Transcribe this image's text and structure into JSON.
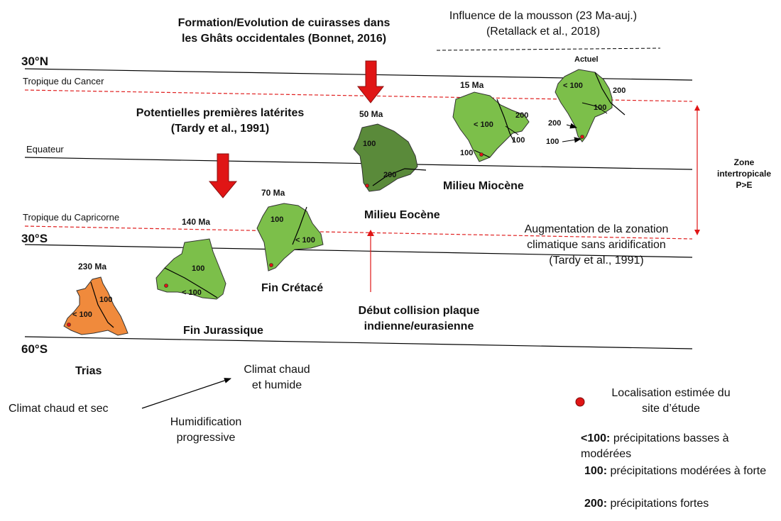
{
  "colors": {
    "trias": "#f08a3c",
    "jurassic": "#7cbf4a",
    "cretaceous": "#7cbf4a",
    "eocene": "#5a8a3a",
    "miocene": "#7cbf4a",
    "present": "#7cbf4a",
    "tropic_line": "#e02020",
    "arrow": "#e01515",
    "site_dot": "#e01515"
  },
  "latitudes": {
    "n30": "30°N",
    "cancer": "Tropique du Cancer",
    "equator": "Equateur",
    "capricorn": "Tropique du Capricorne",
    "s30": "30°S",
    "s60": "60°S"
  },
  "headers": {
    "cuirasses_line1": "Formation/Evolution de cuirasses dans",
    "cuirasses_line2": "les Ghâts occidentales (Bonnet, 2016)",
    "mousson_line1": "Influence de la mousson (23 Ma-auj.)",
    "mousson_line2": "(Retallack et al., 2018)",
    "laterites_line1": "Potentielles premières latérites",
    "laterites_line2": "(Tardy et al., 1991)",
    "zonation_line1": "Augmentation de la zonation",
    "zonation_line2": "climatique sans aridification",
    "zonation_line3": "(Tardy et al., 1991)",
    "collision_line1": "Début collision plaque",
    "collision_line2": "indienne/eurasienne"
  },
  "zone": {
    "line1": "Zone",
    "line2": "intertropicale",
    "line3": "P>E"
  },
  "periods": {
    "trias": "Trias",
    "jurassic": "Fin Jurassique",
    "cretaceous": "Fin Crétacé",
    "eocene": "Milieu Eocène",
    "miocene": "Milieu Miocène"
  },
  "ages": {
    "trias": "230 Ma",
    "jurassic": "140 Ma",
    "cretaceous": "70 Ma",
    "eocene": "50 Ma",
    "miocene": "15 Ma",
    "present": "Actuel"
  },
  "precip": {
    "trias_hi": "100",
    "trias_lo": "< 100",
    "jur_hi": "100",
    "jur_lo": "< 100",
    "cre_hi": "100",
    "cre_lo": "< 100",
    "eoc_hi": "100",
    "eoc_200": "200",
    "mio_lo": "< 100",
    "mio_200": "200",
    "mio_100a": "100",
    "mio_100b": "100",
    "act_lo": "< 100",
    "act_200a": "200",
    "act_100a": "100",
    "act_200b": "200",
    "act_100b": "100"
  },
  "climate": {
    "dry": "Climat chaud et sec",
    "humid_line1": "Climat chaud",
    "humid_line2": "et humide",
    "prog_line1": "Humidification",
    "prog_line2": "progressive"
  },
  "legend": {
    "site_line1": "Localisation estimée du",
    "site_line2": "site d’étude",
    "k1": "<100:",
    "v1": " précipitations basses à modérées",
    "k2": "100:",
    "v2": " précipitations modérées à forte",
    "k3": "200:",
    "v3": " précipitations fortes"
  }
}
